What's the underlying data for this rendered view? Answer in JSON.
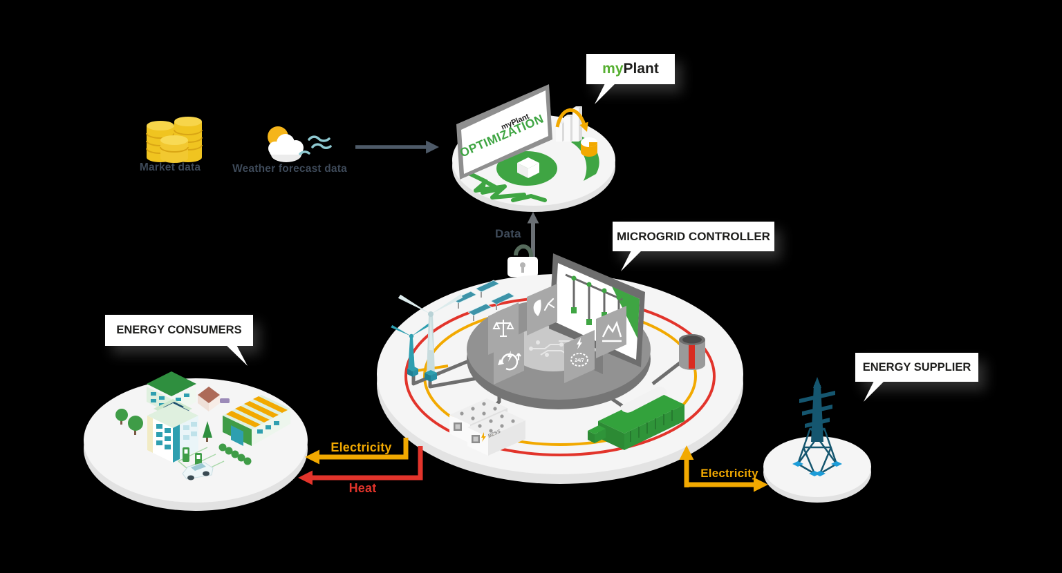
{
  "scene": {
    "market_label": "Market data",
    "weather_label": "Weather forecast data",
    "data_label": "Data",
    "myplant_bubble": {
      "prefix": "my",
      "suffix": "Plant"
    },
    "myplant_screen": {
      "brand": "myPlant",
      "title": "OPTIMIZATION"
    },
    "controller_label": "MICROGRID CONTROLLER",
    "consumers_label": "ENERGY CONSUMERS",
    "supplier_label": "ENERGY SUPPLIER",
    "flow_electricity_left": "Electricity",
    "flow_heat": "Heat",
    "flow_electricity_right": "Electricity",
    "bess_label": "BESS",
    "badge_247": "24/7",
    "colors": {
      "brand_green": "#56AF31",
      "green": "#3FA543",
      "orange": "#F2A900",
      "red": "#E2342B",
      "slate": "#3E4A59",
      "navy": "#15566F",
      "teal": "#2E9FB0"
    }
  }
}
